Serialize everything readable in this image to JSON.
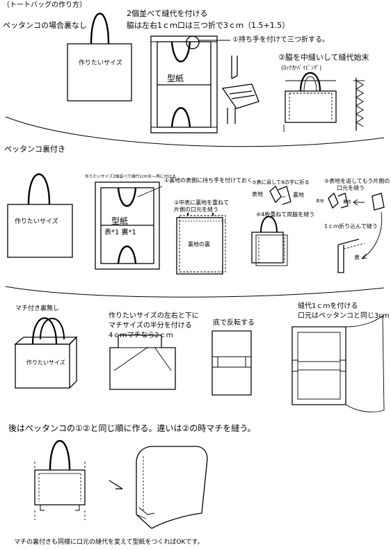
{
  "header": {
    "title": "〔トートバッグの作り方〕"
  },
  "s1": {
    "heading": "ペッタンコの場合裏なし",
    "step_title_1": "2個並べて縫代を付ける",
    "step_title_2": "脇は左右1ｃｍ口は三つ折で3ｃｍ（1.5+1.5）",
    "bag_label": "作りたいサイズ",
    "pattern_label": "型紙",
    "step1": "①持ち手を付けて三つ折する。",
    "step2": "②脇を中縫いして縫代始末",
    "step2_sub": "(ﾛｯｸかﾊﾞｲﾋﾞﾝｸﾞ)"
  },
  "s2": {
    "heading": "ペッタンコ裏付き",
    "bag_label": "作りたいサイズ",
    "note_top": "作りたいサイズ2個並べて縫代1cmを一周に付ける",
    "pattern_label": "型紙",
    "pattern_sub": "表*1 裏*1",
    "step1": "①裏地の表側に持ち手を付けておく",
    "step2a": "②中表に裏地を重ねて",
    "step2b": "片側の口元を縫う",
    "lining_label": "裏地の裏",
    "step3": "③表に返して8の字に折る",
    "label_omote": "表地",
    "label_ura": "裏地",
    "step4": "④4枚重ねて両脇を縫う",
    "step5a": "⑤表地を返してもう片側の",
    "step5b": "口元を縫う",
    "label_omote2": "表地",
    "label_ura2": "裏地",
    "fold_note": "1ｃｍ折り込んで縫う",
    "label_omote3": "表"
  },
  "s3": {
    "heading": "マチ付き裏無し",
    "bag_label": "作りたいサイズ",
    "desc1": "作りたいサイズの左右と下に",
    "desc2": "マチサイズの半分を付ける",
    "desc3": "4ｃｍマチなら2ｃｍ",
    "bottom_flip": "底で反転する",
    "seam_title": "縫代1ｃｍを付ける",
    "seam_sub": "口元はペッタンコと同じ3cm"
  },
  "s4": {
    "instruction": "後はペッタンコの①②と同じ順に作る。違いは②の時マチを縫う。",
    "footer": "マチの裏付きも同様に口元の縫代を変えて型紙をつくればOKです。"
  }
}
